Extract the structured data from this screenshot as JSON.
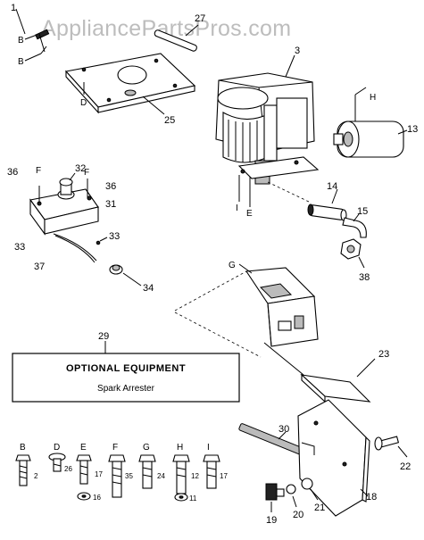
{
  "watermark": "AppliancePartsPros.com",
  "optional_box": {
    "title": "OPTIONAL EQUIPMENT",
    "subtitle": "Spark Arrester"
  },
  "callouts": [
    {
      "id": "c1",
      "text": "1"
    },
    {
      "id": "c27",
      "text": "27"
    },
    {
      "id": "c3",
      "text": "3"
    },
    {
      "id": "c25",
      "text": "25"
    },
    {
      "id": "c13",
      "text": "13"
    },
    {
      "id": "c36a",
      "text": "36"
    },
    {
      "id": "c32",
      "text": "32"
    },
    {
      "id": "c36b",
      "text": "36"
    },
    {
      "id": "c31",
      "text": "31"
    },
    {
      "id": "c14",
      "text": "14"
    },
    {
      "id": "c15",
      "text": "15"
    },
    {
      "id": "c33a",
      "text": "33"
    },
    {
      "id": "c33b",
      "text": "33"
    },
    {
      "id": "c37",
      "text": "37"
    },
    {
      "id": "c34",
      "text": "34"
    },
    {
      "id": "c38",
      "text": "38"
    },
    {
      "id": "c29",
      "text": "29"
    },
    {
      "id": "c23",
      "text": "23"
    },
    {
      "id": "c30",
      "text": "30"
    },
    {
      "id": "c22",
      "text": "22"
    },
    {
      "id": "c18",
      "text": "18"
    },
    {
      "id": "c21",
      "text": "21"
    },
    {
      "id": "c20",
      "text": "20"
    },
    {
      "id": "c19",
      "text": "19"
    }
  ],
  "ref_letters": [
    {
      "id": "rB1",
      "text": "B"
    },
    {
      "id": "rB2",
      "text": "B"
    },
    {
      "id": "rD",
      "text": "D"
    },
    {
      "id": "rH",
      "text": "H"
    },
    {
      "id": "rF",
      "text": "F"
    },
    {
      "id": "rF2",
      "text": "F"
    },
    {
      "id": "rI",
      "text": "I"
    },
    {
      "id": "rE",
      "text": "E"
    },
    {
      "id": "rG",
      "text": "G"
    }
  ],
  "hardware": [
    {
      "letter": "B",
      "qty": "2"
    },
    {
      "letter": "D",
      "qty": "26"
    },
    {
      "letter": "E",
      "qty": "17"
    },
    {
      "letter": "F",
      "qty": "35"
    },
    {
      "letter": "G",
      "qty": "24"
    },
    {
      "letter": "H",
      "qty": "12"
    },
    {
      "letter": "I",
      "qty": "17"
    }
  ],
  "hardware_extra": [
    {
      "id": "x16",
      "text": "16"
    },
    {
      "id": "x11",
      "text": "11"
    }
  ]
}
